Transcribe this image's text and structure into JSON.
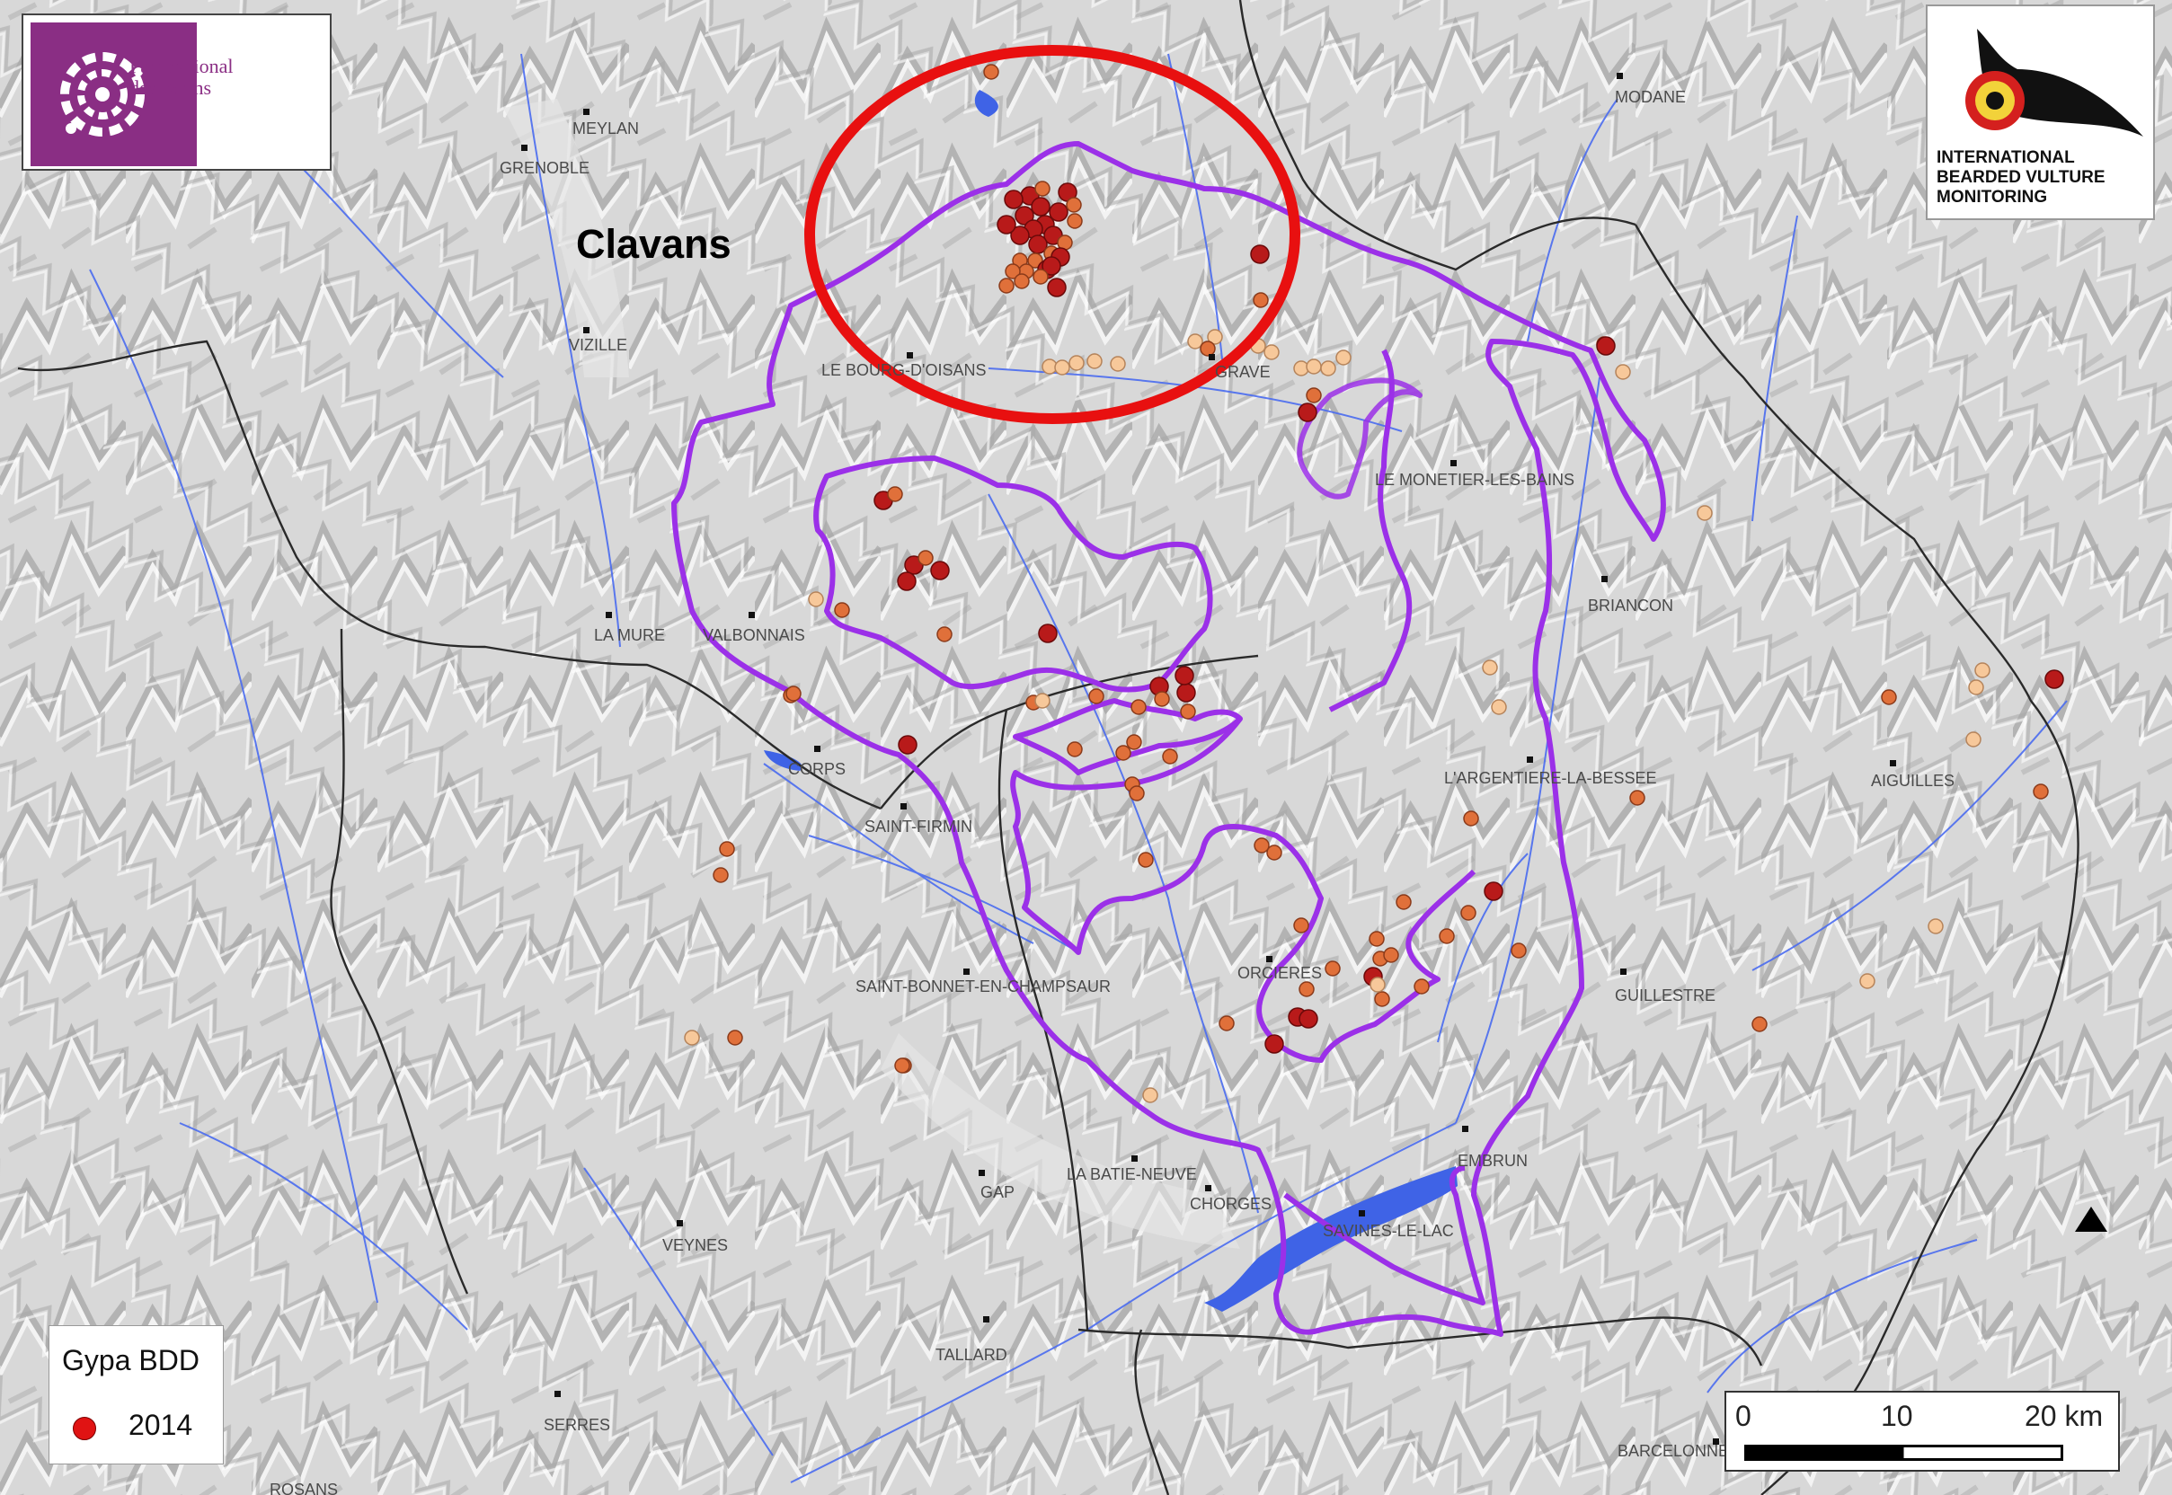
{
  "legend": {
    "title": "Gypa BDD",
    "year": "2014"
  },
  "highlight_label": "Clavans",
  "logos": {
    "park": {
      "line1": "Parc national",
      "line2": "des Ecrins"
    },
    "ibvm": {
      "line1": "INTERNATIONAL",
      "line2": "BEARDED VULTURE",
      "line3": "MONITORING"
    }
  },
  "scale": {
    "tick0": "0",
    "tick1": "10",
    "tick2": "20 km"
  },
  "towns": {
    "meylan": "MEYLAN",
    "grenoble": "GRENOBLE",
    "vizille": "VIZILLE",
    "bourg": "LE BOURG-D'OISANS",
    "grave": "GRAVE",
    "modane": "MODANE",
    "monetier": "LE MONETIER-LES-BAINS",
    "briancon": "BRIANCON",
    "lamure": "LA MURE",
    "valbonnais": "VALBONNAIS",
    "corps": "CORPS",
    "saintfirmin": "SAINT-FIRMIN",
    "argentiere": "L'ARGENTIERE-LA-BESSEE",
    "aiguilles": "AIGUILLES",
    "saintbonnet": "SAINT-BONNET-EN-CHAMPSAUR",
    "orcieres": "ORCIERES",
    "guillestre": "GUILLESTRE",
    "embrun": "EMBRUN",
    "gap": "GAP",
    "labatie": "LA BATIE-NEUVE",
    "chorges": "CHORGES",
    "savines": "SAVINES-LE-LAC",
    "veynes": "VEYNES",
    "tallard": "TALLARD",
    "serres": "SERRES",
    "barcelonnette": "BARCELONNETTE",
    "rosans": "ROSANS"
  },
  "colors": {
    "park_boundary": "#9b30e8",
    "highlight": "#e81010",
    "water": "#3f63e6",
    "obs_recent": "#b81a1a",
    "obs_mid": "#e0703a",
    "obs_old": "#f7c89a"
  }
}
